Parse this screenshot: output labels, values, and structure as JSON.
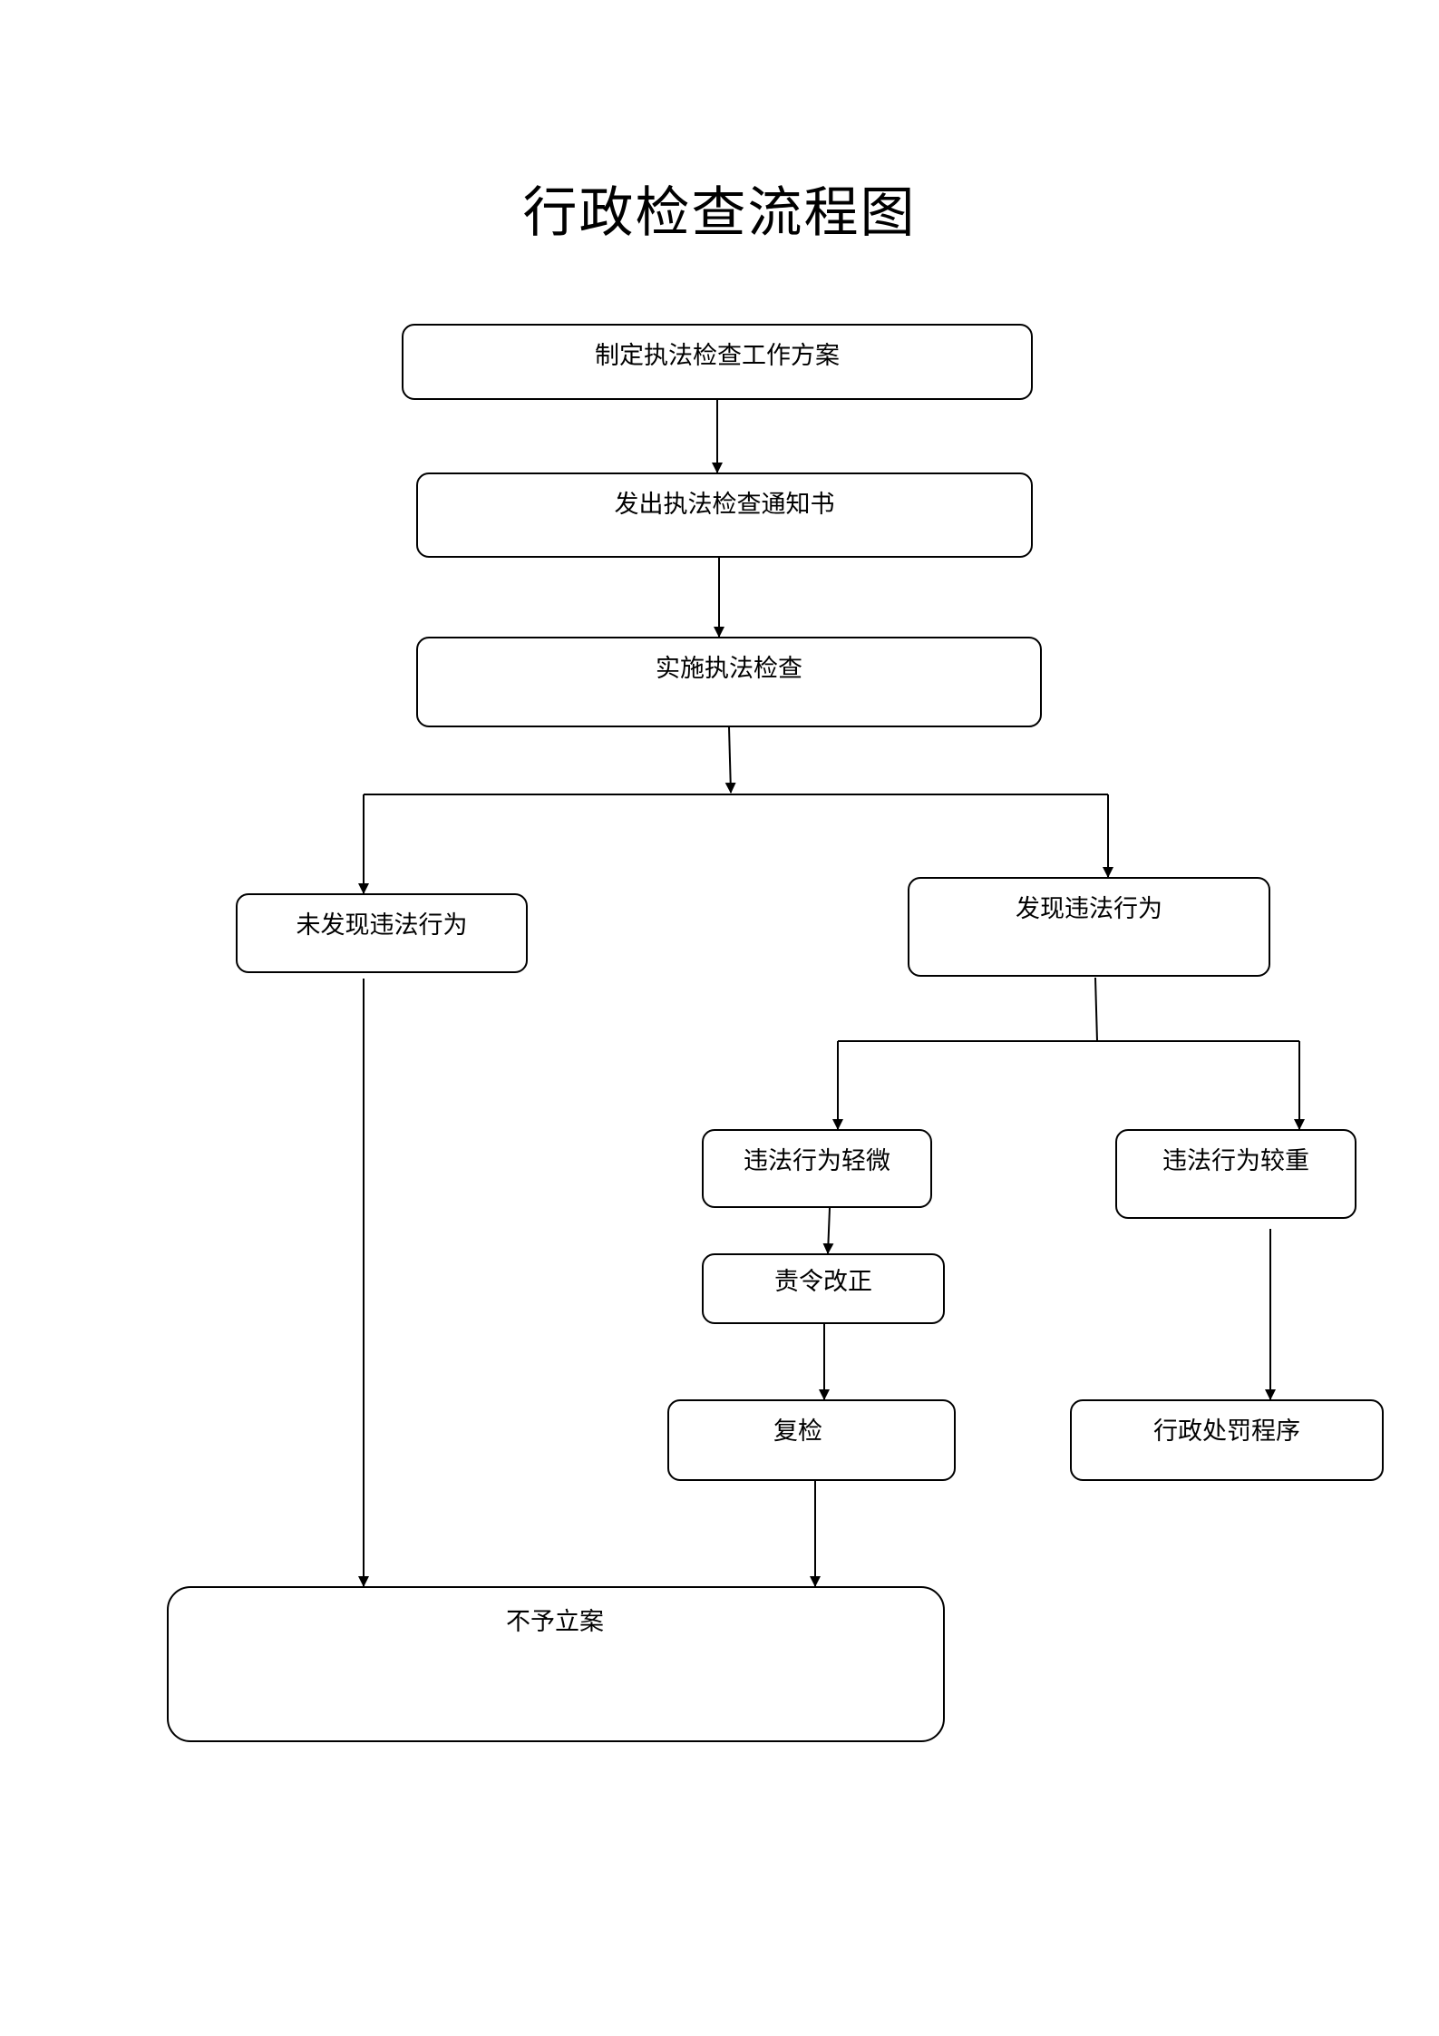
{
  "title": "行政检查流程图",
  "nodes": {
    "plan": "制定执法检查工作方案",
    "notice": "发出执法检查通知书",
    "inspect": "实施执法检查",
    "no_violation": "未发现违法行为",
    "violation": "发现违法行为",
    "minor": "违法行为轻微",
    "serious": "违法行为较重",
    "rectify": "责令改正",
    "recheck": "复检",
    "penalty": "行政处罚程序",
    "no_case": "不予立案"
  }
}
